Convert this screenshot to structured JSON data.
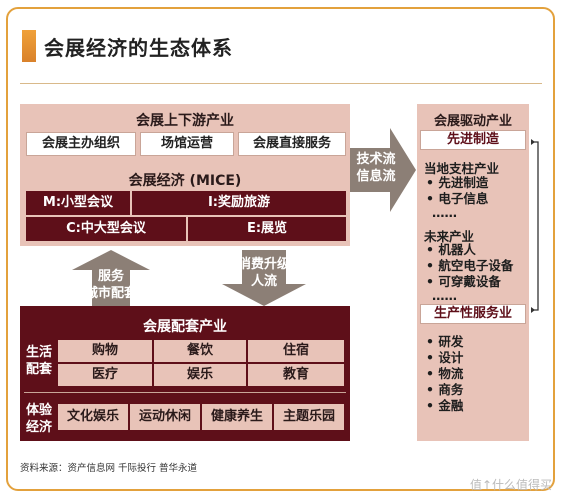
{
  "title": "会展经济的生态体系",
  "upstream": {
    "heading": "会展上下游产业",
    "items": [
      "会展主办组织",
      "场馆运营",
      "会展直接服务"
    ]
  },
  "mice": {
    "heading": "会展经济 (MICE)",
    "cells": [
      "M:小型会议",
      "I:奖励旅游",
      "C:中大型会议",
      "E:展览"
    ]
  },
  "arrows": {
    "service": [
      "服务",
      "城市配套"
    ],
    "consume": [
      "消费升级",
      "人流"
    ],
    "tech": [
      "技术流",
      "信息流"
    ]
  },
  "support": {
    "heading": "会展配套产业",
    "life_label": [
      "生活",
      "配套"
    ],
    "life_items": [
      "购物",
      "餐饮",
      "住宿",
      "医疗",
      "娱乐",
      "教育"
    ],
    "exp_label": [
      "体验",
      "经济"
    ],
    "exp_items": [
      "文化娱乐",
      "运动休闲",
      "健康养生",
      "主题乐园"
    ]
  },
  "driver": {
    "heading": "会展驱动产业",
    "box1": "先进制造",
    "pillar_heading": "当地支柱产业",
    "pillar_items": [
      "• 先进制造",
      "• 电子信息",
      "……"
    ],
    "future_heading": "未来产业",
    "future_items": [
      "• 机器人",
      "• 航空电子设备",
      "• 可穿戴设备",
      "……"
    ],
    "box2": "生产性服务业",
    "service_items": [
      "• 研发",
      "• 设计",
      "• 物流",
      "• 商务",
      "• 金融"
    ]
  },
  "source": "资料来源：资产信息网 千际投行 普华永道",
  "watermark": "值↑什么值得买",
  "colors": {
    "accent": "#e3a13c",
    "dark_red": "#5e0f19",
    "light_pink": "#e8c3b8",
    "arrow_gray": "#8c7f76"
  }
}
